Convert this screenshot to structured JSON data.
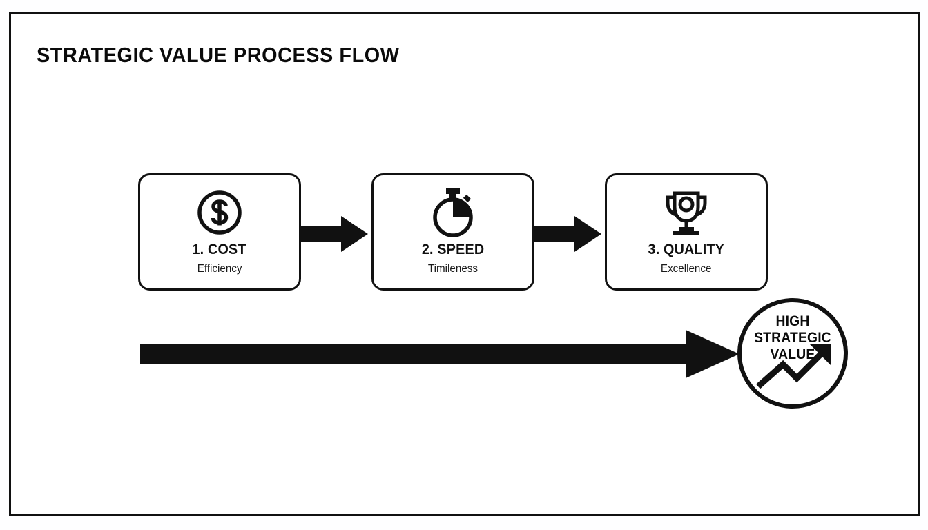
{
  "slide": {
    "title": "STRATEGIC VALUE PROCESS FLOW",
    "background_color": "#fefeff",
    "ink_color": "#111111"
  },
  "stages": [
    {
      "icon": "dollar-circle-icon",
      "title": "1. COST",
      "subtitle": "Efficiency"
    },
    {
      "icon": "stopwatch-icon",
      "title": "2. SPEED",
      "subtitle": "Timileness"
    },
    {
      "icon": "trophy-icon",
      "title": "3. QUALITY",
      "subtitle": "Excellence"
    }
  ],
  "connectors": [
    {
      "icon": "right-arrow-icon"
    },
    {
      "icon": "right-arrow-icon"
    }
  ],
  "flow_arrow": {
    "icon": "long-right-arrow-icon"
  },
  "outcome": {
    "icon": "growth-arrow-icon",
    "lines": [
      "HIGH",
      "STRATEGIC",
      "VALUE"
    ]
  }
}
